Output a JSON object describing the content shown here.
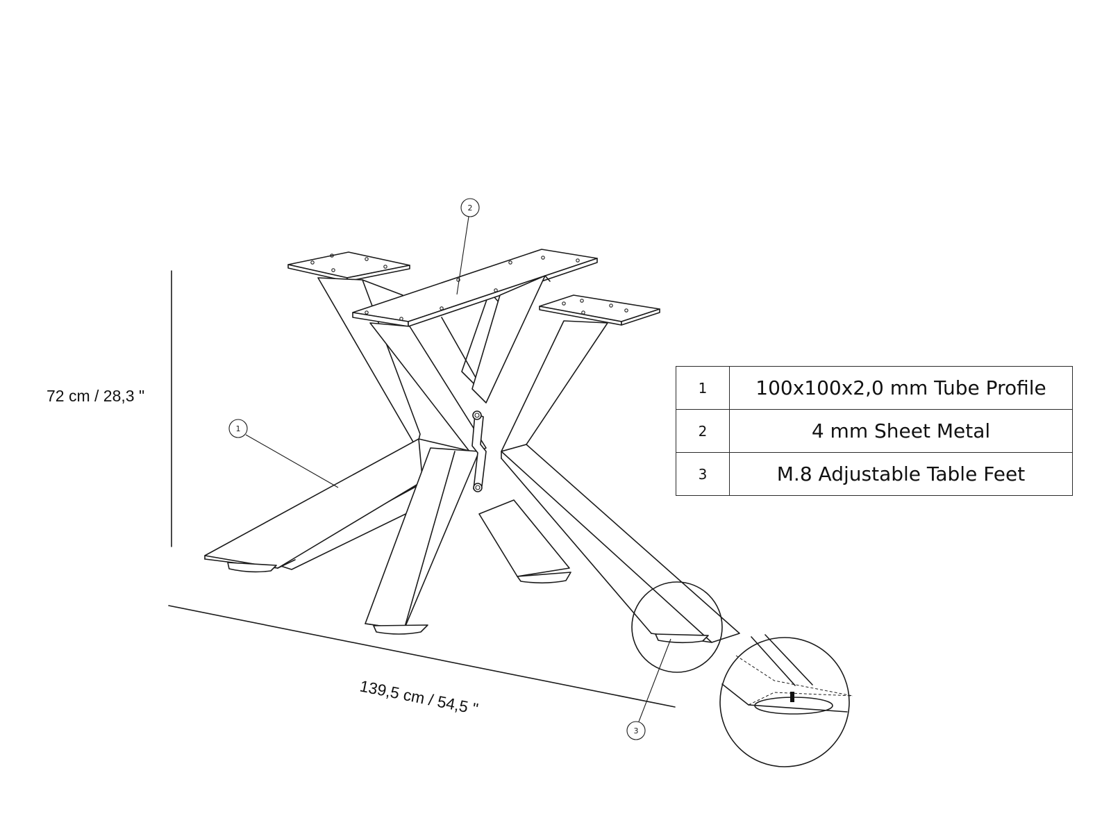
{
  "dimensions": {
    "height": "72 cm / 28,3 \"",
    "length": "139,5 cm / 54,5 \""
  },
  "callouts": [
    "1",
    "2",
    "3"
  ],
  "parts": [
    {
      "number": "1",
      "description": "100x100x2,0 mm Tube Profile"
    },
    {
      "number": "2",
      "description": "4 mm Sheet Metal"
    },
    {
      "number": "3",
      "description": "M.8 Adjustable Table Feet"
    }
  ]
}
